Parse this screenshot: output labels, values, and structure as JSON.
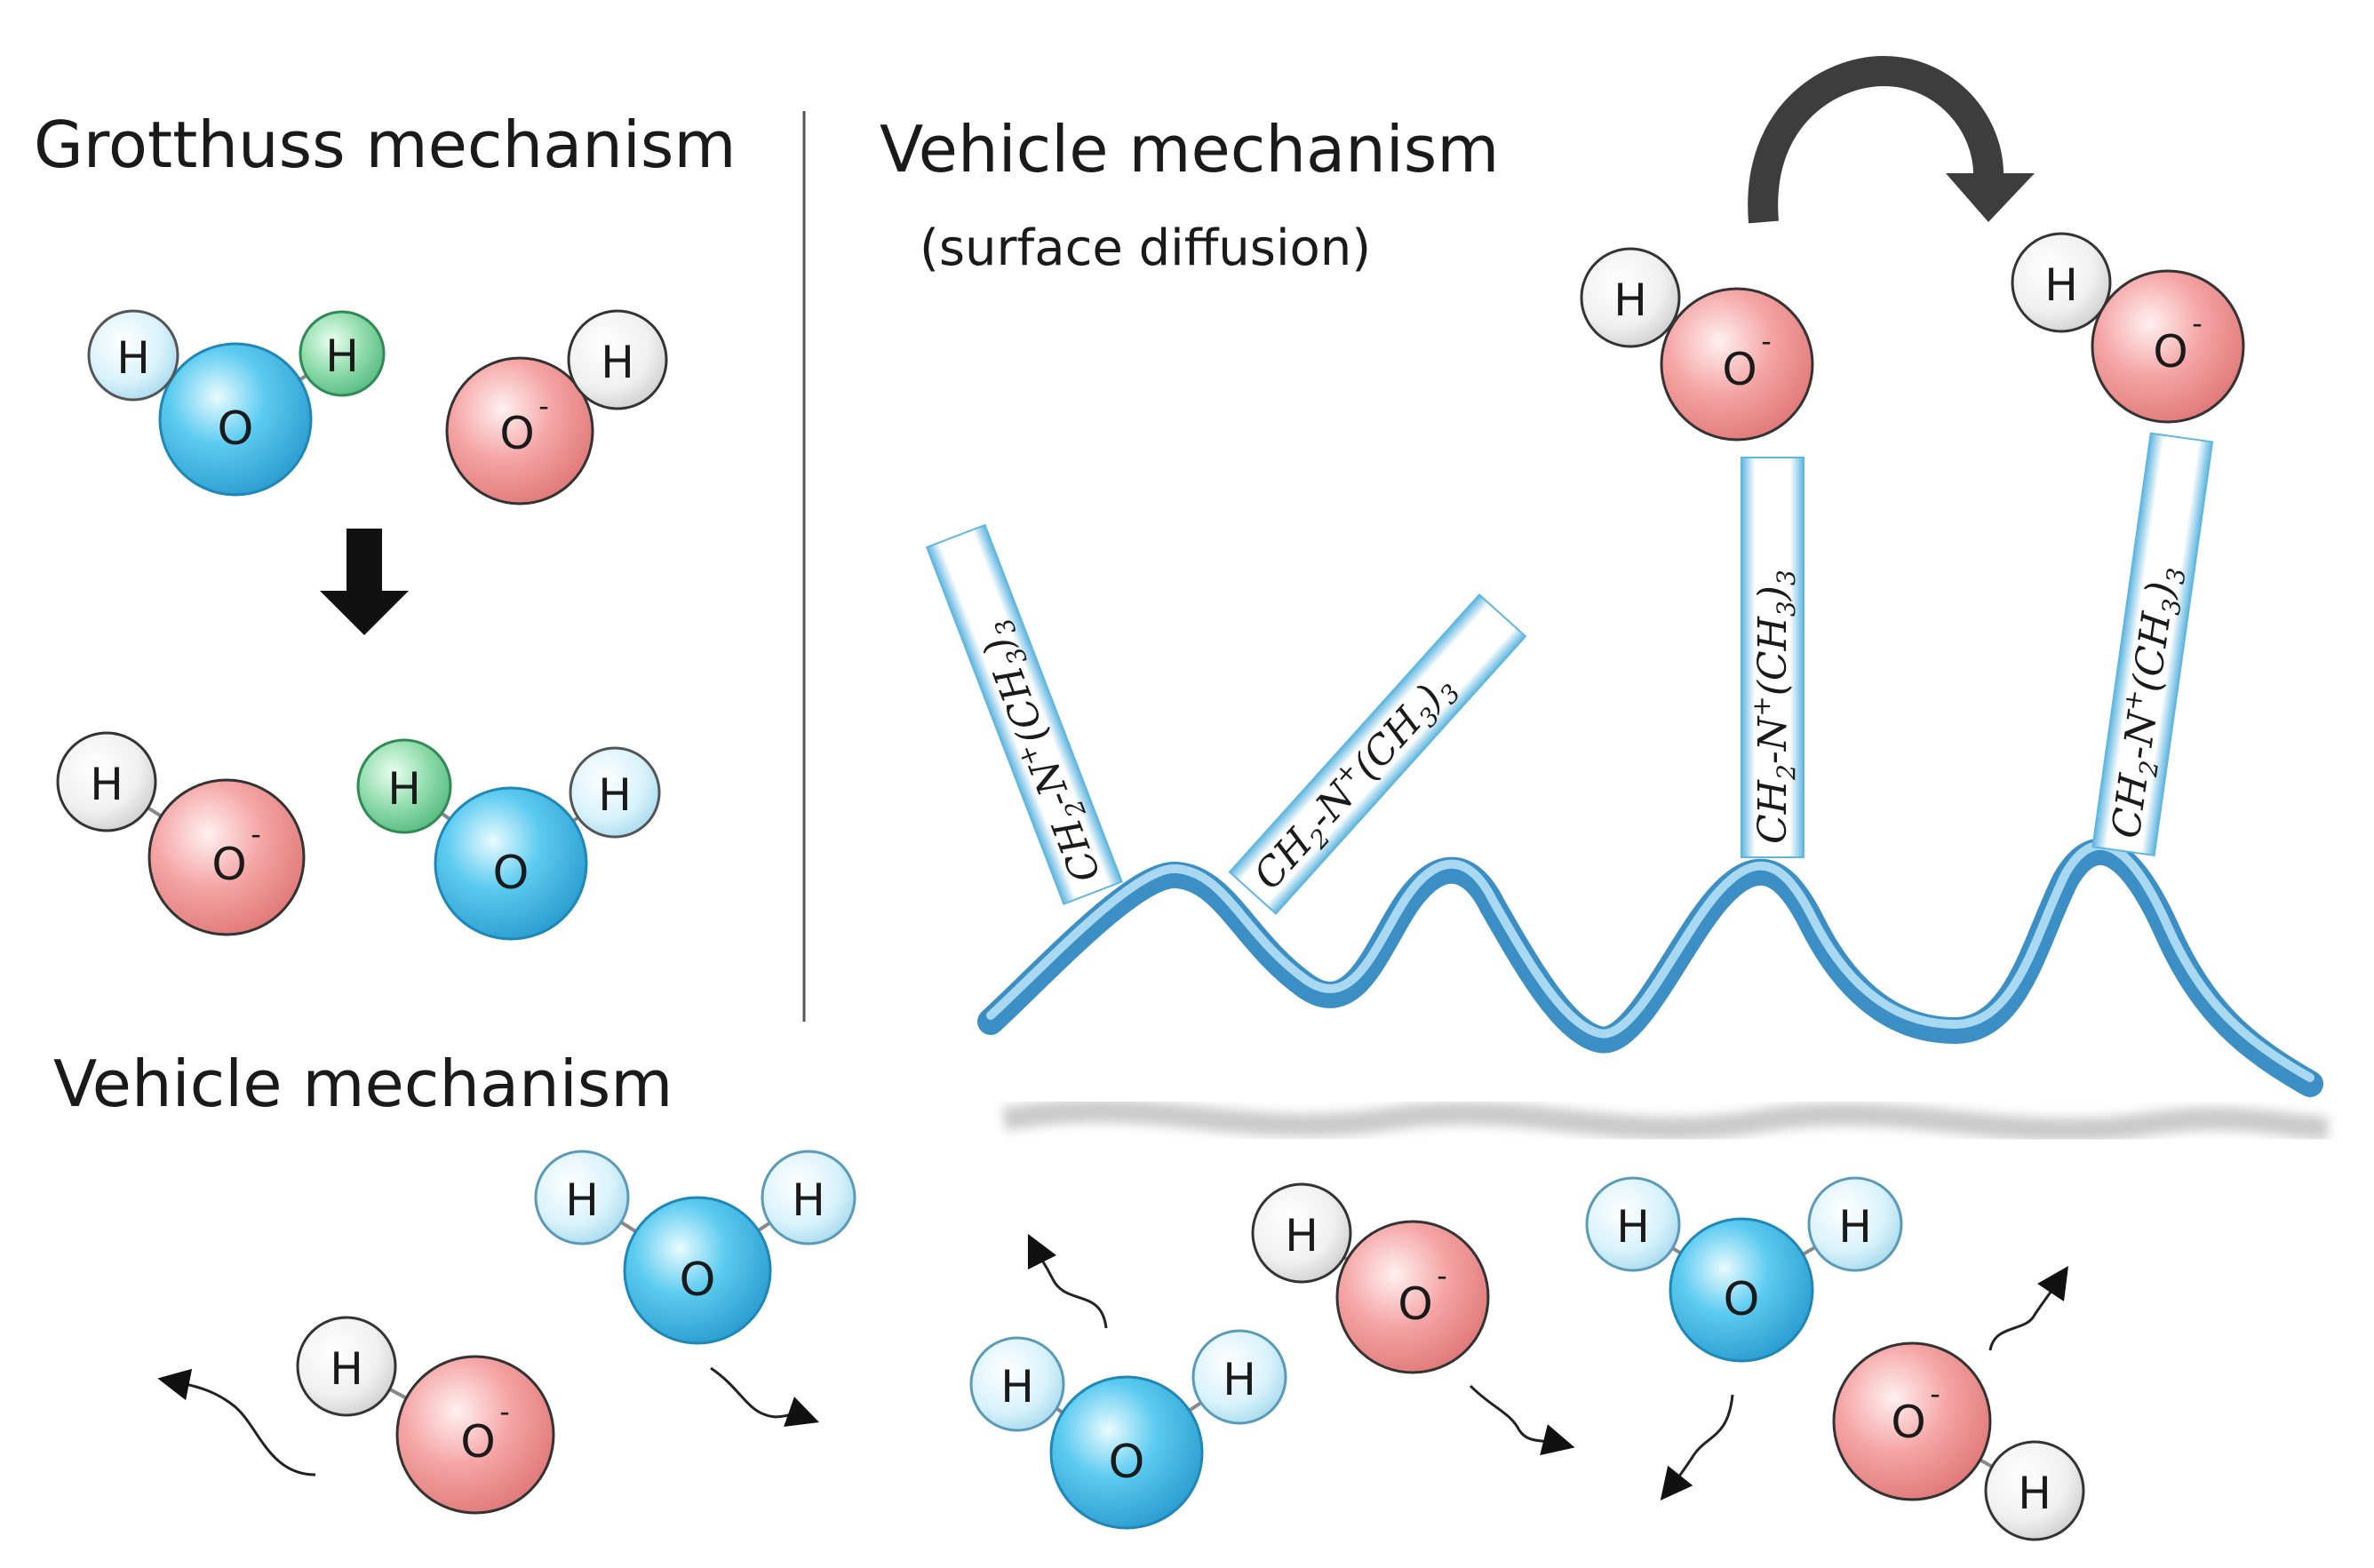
{
  "labels": {
    "grotthuss_title": "Grotthuss mechanism",
    "vehicle_title_left": "Vehicle mechanism",
    "vehicle_title_right": "Vehicle mechanism",
    "surface_subtitle": "(surface diffusion)"
  },
  "atoms": {
    "hydrogen": "H",
    "oxygen": "O",
    "hydroxide": "O",
    "charge": "-"
  },
  "group_text": {
    "ch2": "CH",
    "sub2": "2",
    "dash": "-",
    "n": "N",
    "plus": "+",
    "open": "(CH",
    "sub3": "3",
    "close": ")",
    "sub3b": "3"
  },
  "colors": {
    "water_oxygen": "#3cb8e6",
    "hydroxide_oxygen": "#f28f8f",
    "hydrogen": "#f2f2f2",
    "transferred_hydrogen": "#6ccf8f",
    "polymer": "#5da7d4",
    "divider": "#555555"
  },
  "icons": {
    "reaction_arrow": "down-arrow-icon",
    "hop_arrow": "curved-arrow-icon",
    "diffusion_arrows": "wavy-arrow-icon"
  }
}
